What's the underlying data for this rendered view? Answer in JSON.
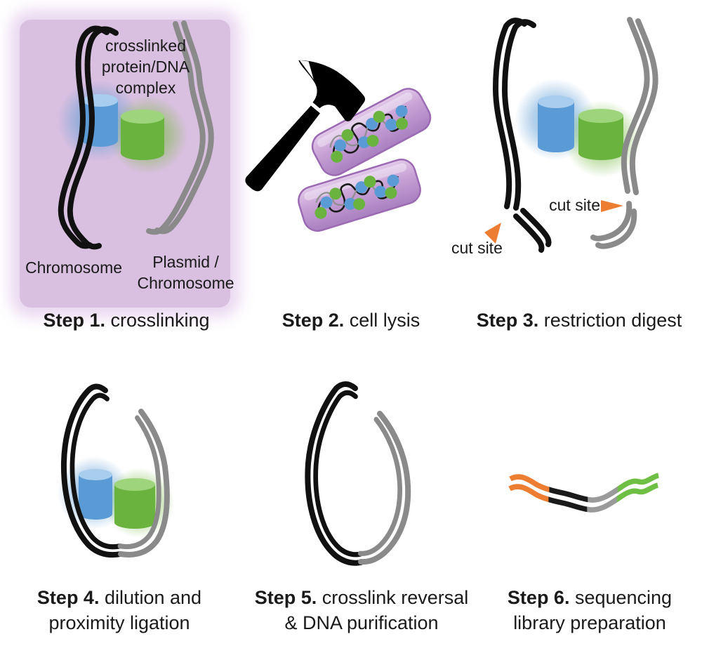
{
  "figure": {
    "description_labels_only": true,
    "steps": [
      {
        "num": "Step 1.",
        "label": " crosslinking"
      },
      {
        "num": "Step 2.",
        "label": " cell lysis"
      },
      {
        "num": "Step 3.",
        "label": " restriction digest"
      },
      {
        "num": "Step 4.",
        "label": " dilution and\nproximity ligation"
      },
      {
        "num": "Step 5.",
        "label": " crosslink reversal\n& DNA purification"
      },
      {
        "num": "Step 6.",
        "label": " sequencing\nlibrary preparation"
      }
    ],
    "panel1": {
      "complex_label": "crosslinked\nprotein/DNA\ncomplex",
      "chromosome_label": "Chromosome",
      "plasmid_label": "Plasmid /\nChromosome"
    },
    "panel3": {
      "cut_site_left": "cut site",
      "cut_site_right": "cut site"
    },
    "icons": {
      "step2": "hammer-icon",
      "step3_pointer": "cut-site-arrow-icon"
    },
    "colors": {
      "panel_purple": "#d9bfe0",
      "cell_purple": "#c9a3d6",
      "cell_border": "#9b6ab3",
      "protein_blue": "#5b9bd5",
      "protein_green": "#6ab33f",
      "chromosome_black": "#111111",
      "plasmid_gray": "#8a8a8a",
      "cut_site_orange": "#ed7d31",
      "library_segment_orange": "#ed7d31",
      "library_segment_green": "#6fbf44",
      "text_black": "#1a1a1a"
    }
  }
}
